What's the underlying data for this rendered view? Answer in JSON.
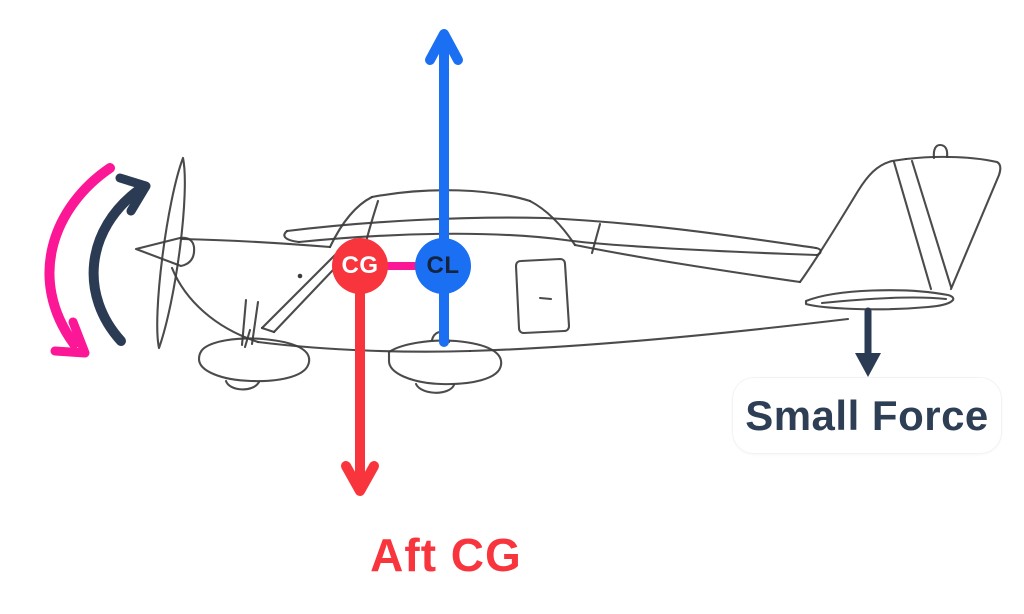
{
  "diagram": {
    "cg_marker": {
      "label": "CG"
    },
    "cl_marker": {
      "label": "CL"
    },
    "tail_force_card": {
      "label": "Small Force"
    },
    "caption": {
      "label": "Aft CG"
    }
  },
  "icons": {
    "lift_arrow": "arrow-up",
    "cg_weight_arrow": "arrow-down",
    "tail_force_arrow": "arrow-down",
    "nose_up_moment_arrow": "curved-arrow-up-right",
    "nose_down_moment_arrow": "curved-arrow-down-left",
    "airplane": "cessna-side-view-line-art"
  },
  "colors": {
    "red": "#F8353D",
    "blue": "#1A6FF3",
    "pink": "#FB1796",
    "navy": "#2C3B54",
    "navy_text": "#2D3E55",
    "cl_label_text": "#15233E",
    "cg_label_text": "#FFFFFF",
    "line_art": "#3C3C3C",
    "card_background": "#FFFFFF"
  }
}
